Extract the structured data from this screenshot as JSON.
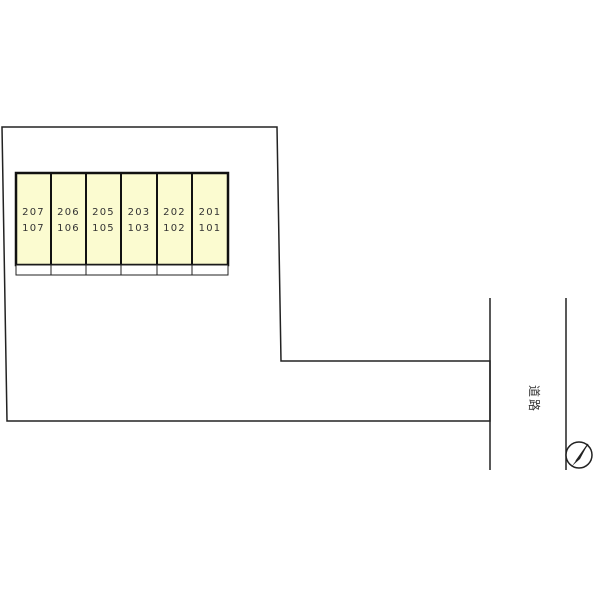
{
  "units": [
    {
      "upper": "207",
      "lower": "107"
    },
    {
      "upper": "206",
      "lower": "106"
    },
    {
      "upper": "205",
      "lower": "105"
    },
    {
      "upper": "203",
      "lower": "103"
    },
    {
      "upper": "202",
      "lower": "102"
    },
    {
      "upper": "201",
      "lower": "101"
    }
  ],
  "road": {
    "label_chars": [
      "道",
      "路"
    ]
  },
  "colors": {
    "unit_fill": "#fbfbd0",
    "outline": "#222222",
    "background": "#ffffff"
  },
  "icons": {
    "compass": "north-arrow-icon"
  }
}
